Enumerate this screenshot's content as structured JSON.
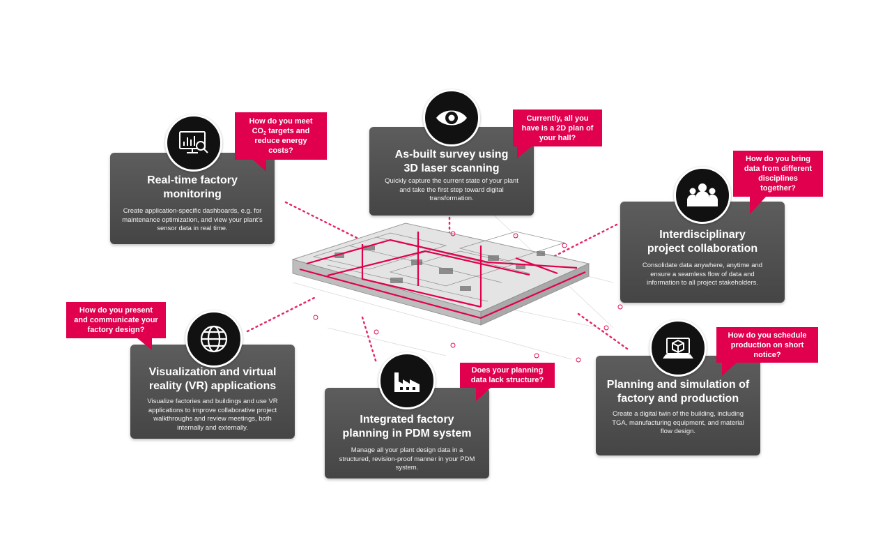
{
  "colors": {
    "accent": "#e0004d",
    "card": "#4f4f4f",
    "icon_bg": "#111111"
  },
  "cards": {
    "monitoring": {
      "title": "Real-time factory\nmonitoring",
      "desc": "Create application-specific dashboards, e.g. for\nmaintenance optimization, and view your plant's\nsensor data in real time.",
      "icon": "monitor-dashboard-icon",
      "question_pre": "How do you meet",
      "question_co": "CO",
      "question_sub": "2",
      "question_post": " targets and\nreduce energy\ncosts?"
    },
    "survey": {
      "title": "As-built survey using\n3D laser scanning",
      "desc": "Quickly capture the current state of your plant\nand take the first step toward digital\ntransformation.",
      "icon": "eye-icon",
      "question": "Currently, all you\nhave is a 2D plan of\nyour hall?"
    },
    "collaboration": {
      "title": "Interdisciplinary\nproject collaboration",
      "desc": "Consolidate data anywhere, anytime and\nensure a seamless flow of data and\ninformation to all project stakeholders.",
      "icon": "team-icon",
      "question": "How do you bring\ndata from different\ndisciplines\ntogether?"
    },
    "visualization": {
      "title": "Visualization and virtual\nreality (VR) applications",
      "desc": "Visualize factories and buildings and use VR\napplications to improve collaborative project\nwalkthroughs and review meetings, both\ninternally and externally.",
      "icon": "globe-icon",
      "question": "How do you present\nand communicate your\nfactory design?"
    },
    "pdm": {
      "title": "Integrated factory\nplanning in PDM system",
      "desc": "Manage all your plant design data in a\nstructured, revision-proof manner in your PDM\nsystem.",
      "icon": "factory-icon",
      "question": "Does your planning\ndata lack structure?"
    },
    "simulation": {
      "title": "Planning and simulation of\nfactory and production",
      "desc": "Create a digital twin of the building, including\nTGA, manufacturing equipment, and material\nflow design.",
      "icon": "cube-laptop-icon",
      "question": "How do you schedule\nproduction on short\nnotice?"
    }
  }
}
